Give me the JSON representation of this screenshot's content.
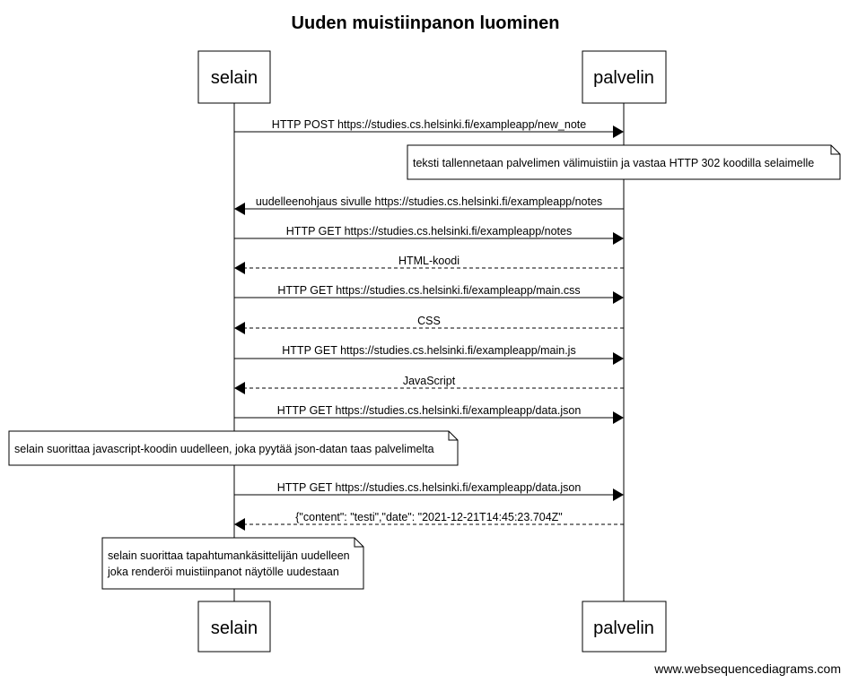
{
  "title": "Uuden muistiinpanon luominen",
  "actors": {
    "browser": "selain",
    "server": "palvelin"
  },
  "messages": [
    {
      "from": "browser",
      "to": "server",
      "style": "solid",
      "label": "HTTP POST https://studies.cs.helsinki.fi/exampleapp/new_note"
    },
    {
      "from": "server",
      "to": "browser",
      "style": "solid",
      "label": "uudelleenohjaus sivulle https://studies.cs.helsinki.fi/exampleapp/notes"
    },
    {
      "from": "browser",
      "to": "server",
      "style": "solid",
      "label": "HTTP GET https://studies.cs.helsinki.fi/exampleapp/notes"
    },
    {
      "from": "server",
      "to": "browser",
      "style": "dashed",
      "label": "HTML-koodi"
    },
    {
      "from": "browser",
      "to": "server",
      "style": "solid",
      "label": "HTTP GET https://studies.cs.helsinki.fi/exampleapp/main.css"
    },
    {
      "from": "server",
      "to": "browser",
      "style": "dashed",
      "label": "CSS"
    },
    {
      "from": "browser",
      "to": "server",
      "style": "solid",
      "label": "HTTP GET https://studies.cs.helsinki.fi/exampleapp/main.js"
    },
    {
      "from": "server",
      "to": "browser",
      "style": "dashed",
      "label": "JavaScript"
    },
    {
      "from": "browser",
      "to": "server",
      "style": "solid",
      "label": "HTTP GET https://studies.cs.helsinki.fi/exampleapp/data.json"
    },
    {
      "from": "browser",
      "to": "server",
      "style": "solid",
      "label": "HTTP GET https://studies.cs.helsinki.fi/exampleapp/data.json"
    },
    {
      "from": "server",
      "to": "browser",
      "style": "dashed",
      "label": "{\"content\": \"testi\",\"date\": \"2021-12-21T14:45:23.704Z\""
    }
  ],
  "notes": [
    {
      "lines": [
        "teksti tallennetaan palvelimen välimuistiin ja vastaa HTTP 302 koodilla selaimelle"
      ]
    },
    {
      "lines": [
        "selain suorittaa javascript-koodin uudelleen, joka pyytää json-datan taas palvelimelta"
      ]
    },
    {
      "lines": [
        "selain suorittaa tapahtumankäsittelijän uudelleen",
        "joka renderöi muistiinpanot näytölle uudestaan"
      ]
    }
  ],
  "footer": "www.websequencediagrams.com"
}
